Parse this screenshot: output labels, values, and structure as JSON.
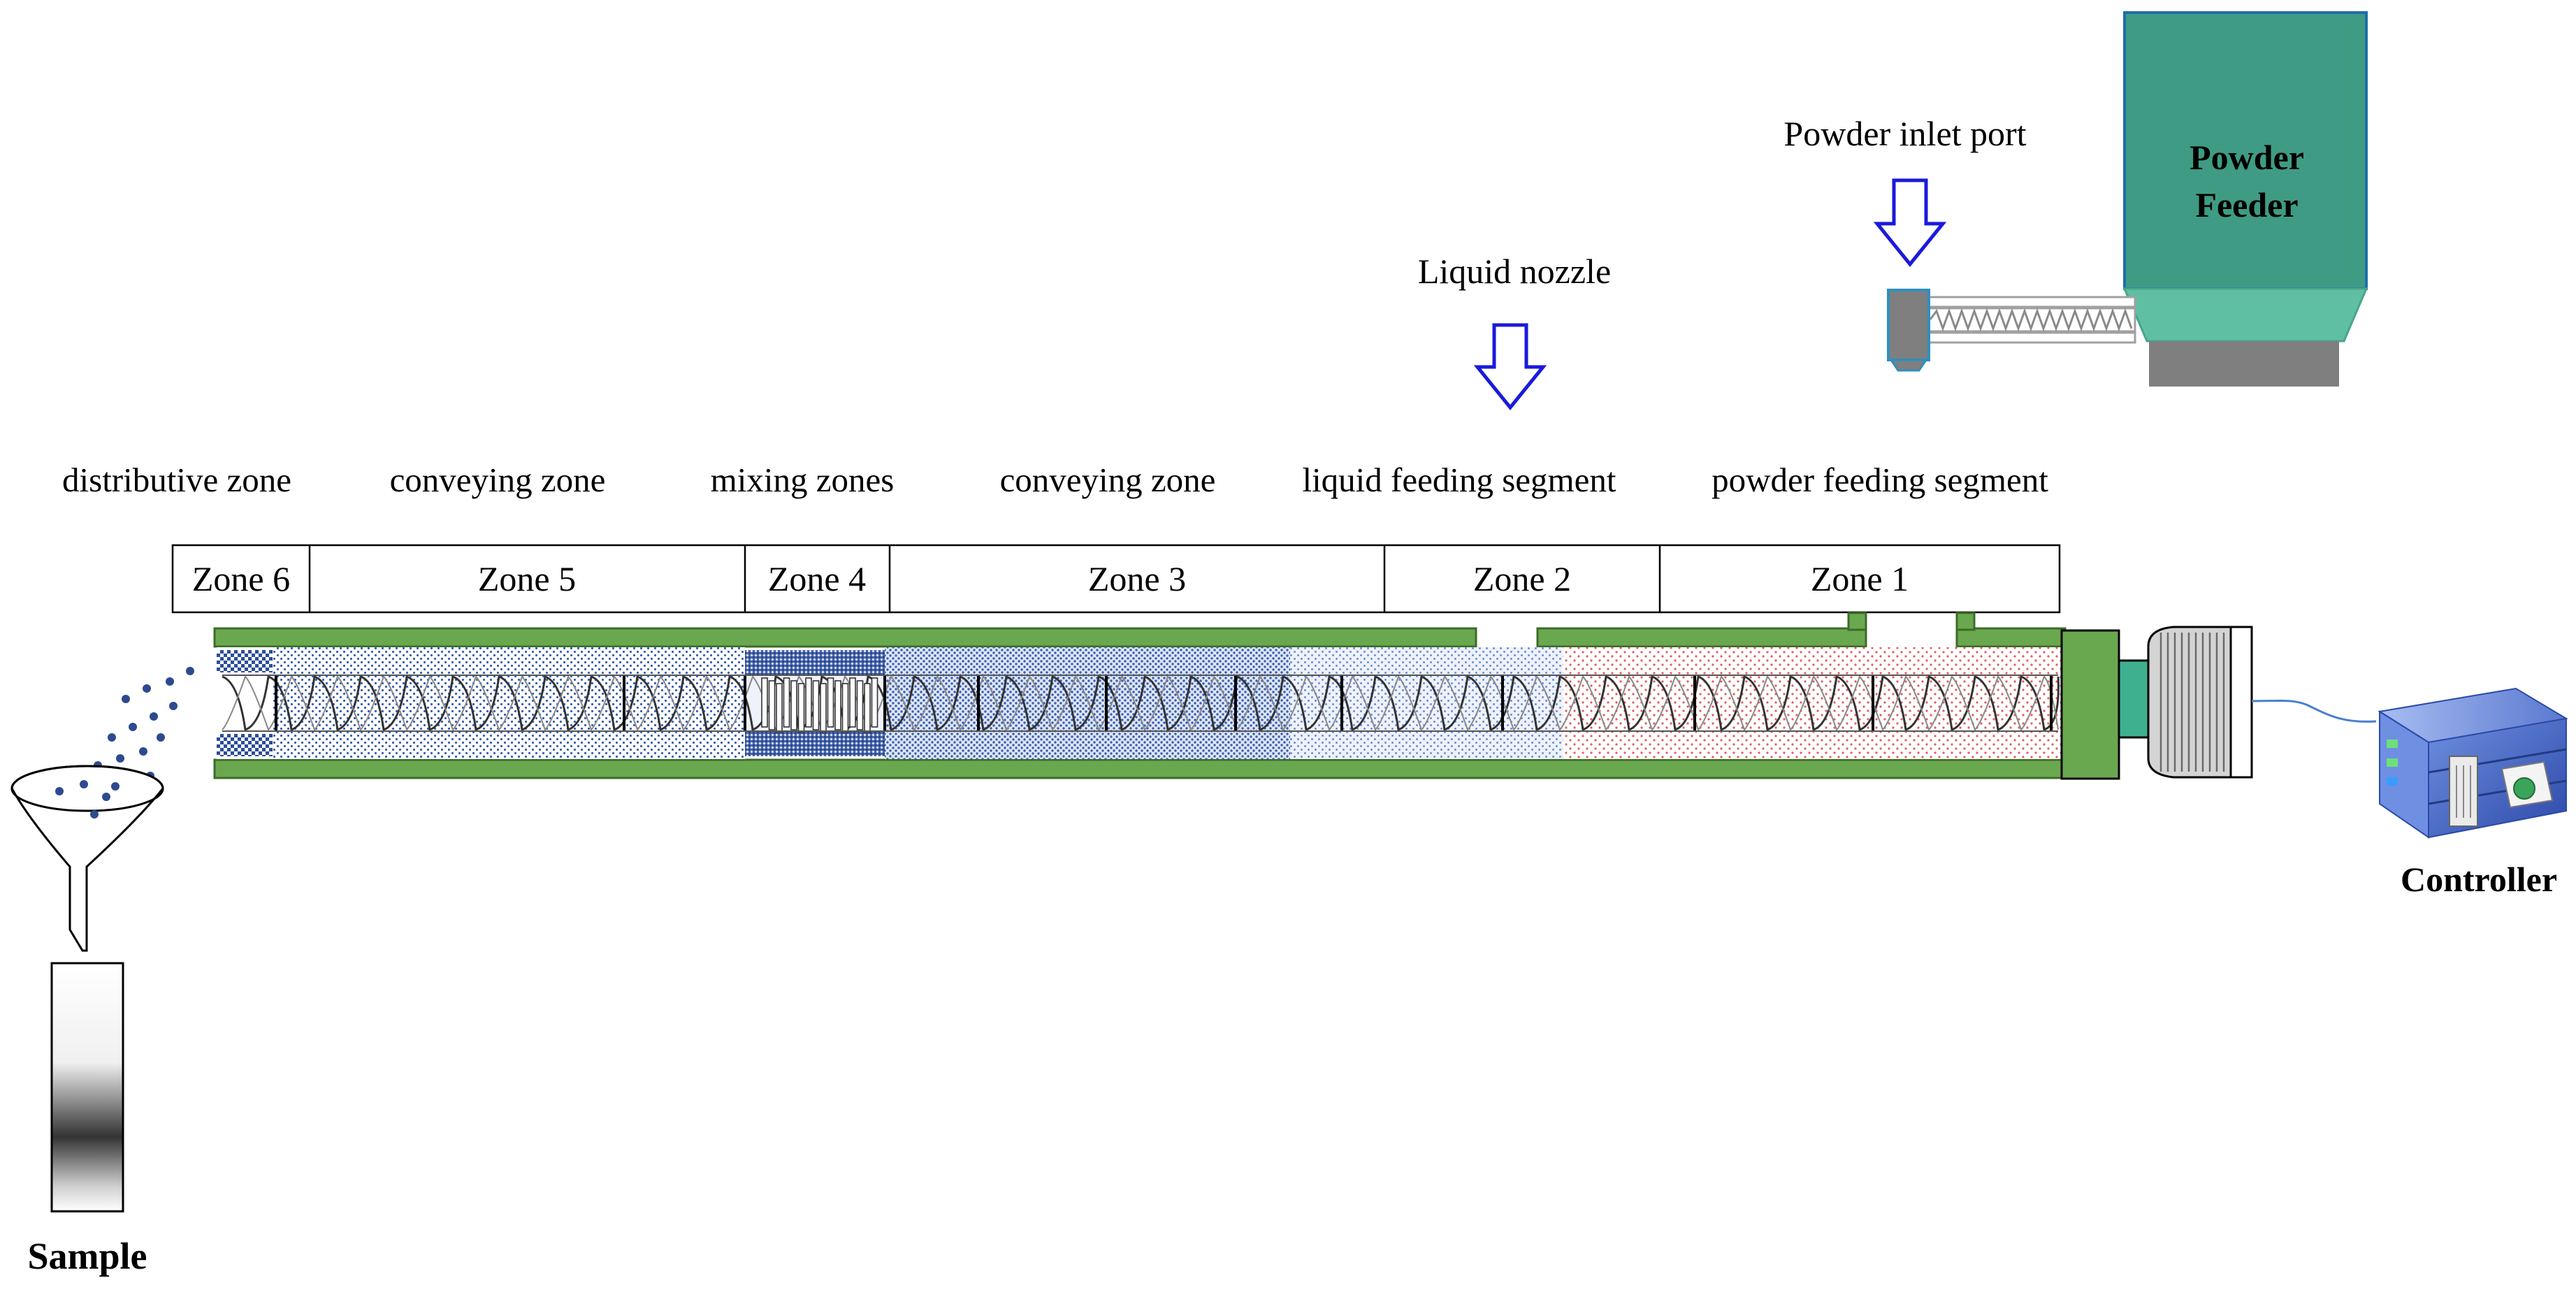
{
  "labels": {
    "powder_inlet": "Powder inlet port",
    "liquid_nozzle": "Liquid nozzle",
    "powder_feeder_line1": "Powder",
    "powder_feeder_line2": "Feeder",
    "controller": "Controller",
    "sample": "Sample"
  },
  "functions": [
    "distributive zone",
    "conveying zone",
    "mixing zones",
    "conveying zone",
    "liquid feeding segment",
    "powder feeding segment"
  ],
  "zones": [
    "Zone 6",
    "Zone 5",
    "Zone 4",
    "Zone 3",
    "Zone 2",
    "Zone 1"
  ],
  "colors": {
    "barrel_green": "#6aa84f",
    "feeder_teal": "#3f9b84",
    "feeder_light": "#5fbfa3",
    "arrow_blue": "#1a1adc",
    "motor_teal": "#3fb08f",
    "powder_red": "#e06060",
    "material_blue": "#3a5fb0",
    "mixing_dark": "#2e4a8f"
  },
  "icons": [
    "down-arrow-icon",
    "funnel-icon",
    "test-tube-icon",
    "server-icon",
    "motor-icon"
  ]
}
